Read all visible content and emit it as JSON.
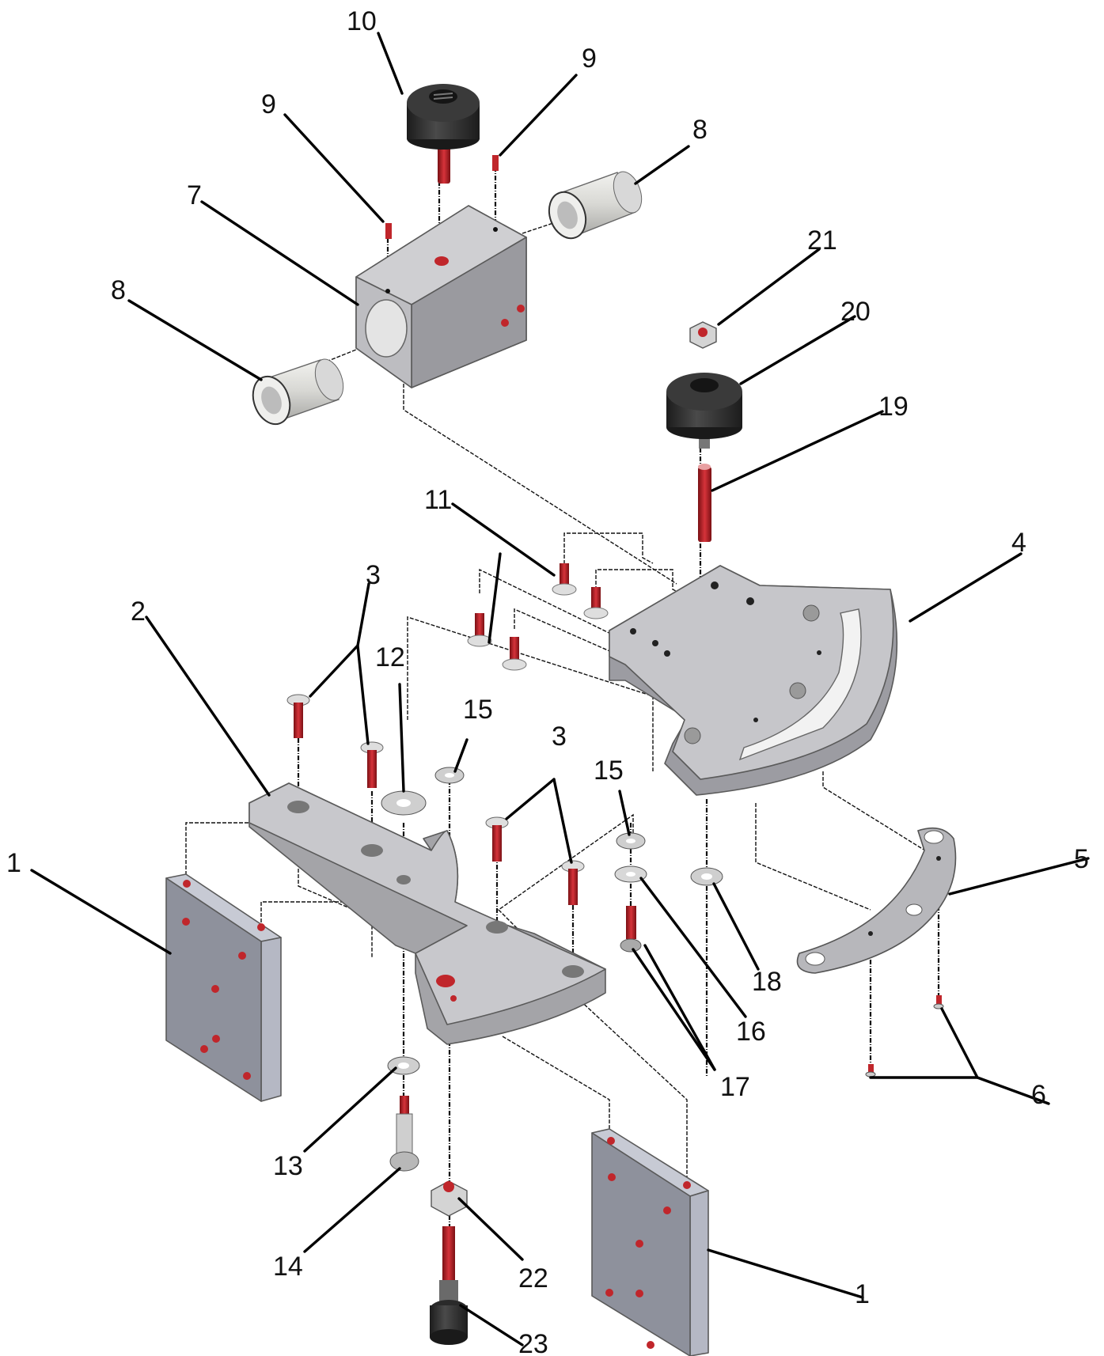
{
  "callouts": [
    {
      "id": "c10",
      "text": "10"
    },
    {
      "id": "c9a",
      "text": "9"
    },
    {
      "id": "c9b",
      "text": "9"
    },
    {
      "id": "c8a",
      "text": "8"
    },
    {
      "id": "c7",
      "text": "7"
    },
    {
      "id": "c8b",
      "text": "8"
    },
    {
      "id": "c21",
      "text": "21"
    },
    {
      "id": "c20",
      "text": "20"
    },
    {
      "id": "c19",
      "text": "19"
    },
    {
      "id": "c11",
      "text": "11"
    },
    {
      "id": "c4",
      "text": "4"
    },
    {
      "id": "c3a",
      "text": "3"
    },
    {
      "id": "c2",
      "text": "2"
    },
    {
      "id": "c12",
      "text": "12"
    },
    {
      "id": "c15a",
      "text": "15"
    },
    {
      "id": "c3b",
      "text": "3"
    },
    {
      "id": "c15b",
      "text": "15"
    },
    {
      "id": "c1a",
      "text": "1"
    },
    {
      "id": "c5",
      "text": "5"
    },
    {
      "id": "c18",
      "text": "18"
    },
    {
      "id": "c16",
      "text": "16"
    },
    {
      "id": "c17",
      "text": "17"
    },
    {
      "id": "c6",
      "text": "6"
    },
    {
      "id": "c13",
      "text": "13"
    },
    {
      "id": "c14",
      "text": "14"
    },
    {
      "id": "c22",
      "text": "22"
    },
    {
      "id": "c1b",
      "text": "1"
    },
    {
      "id": "c23",
      "text": "23"
    }
  ],
  "colors": {
    "steel_top": "#c9c9cc",
    "steel_side": "#a9a9ad",
    "steel_dark": "#8c8c92",
    "block_face": "#8e919c",
    "block_side": "#b5b8c4",
    "thread_red": "#c0262b",
    "knob_black": "#2b2b2b",
    "bushing": "#dcdcd8"
  }
}
